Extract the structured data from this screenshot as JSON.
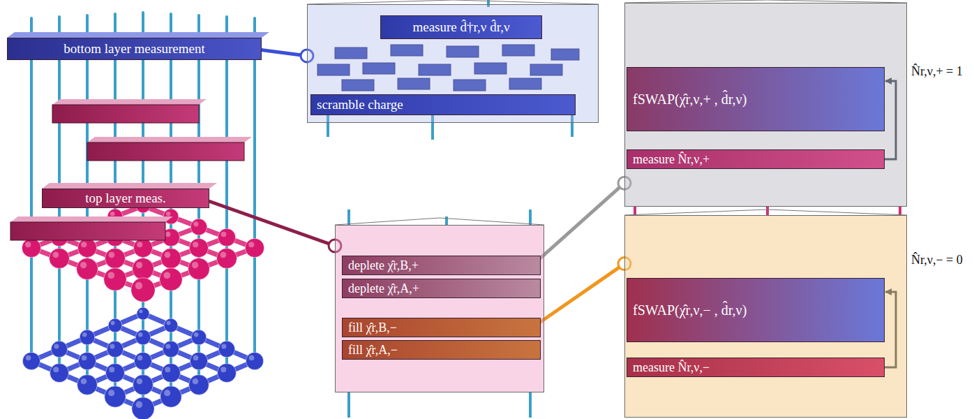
{
  "diagram": {
    "nodes": [
      {
        "text": [
          "bottom layer measurement"
        ]
      },
      {
        "text": [
          "top layer meas."
        ]
      },
      {
        "text": []
      },
      {
        "text": [
          "measure d̂†r,ν d̂r,ν"
        ],
        "in": 2
      },
      {
        "text": [
          "scramble charge"
        ],
        "in": 2
      },
      {
        "text": []
      },
      {
        "text": [
          "deplete χ̂r,B,+"
        ],
        "in": 5
      },
      {
        "text": [
          "deplete χ̂r,A,+"
        ],
        "in": 5
      },
      {
        "text": [
          "fill χ̂r,B,−"
        ],
        "in": 5
      },
      {
        "text": [
          "fill χ̂r,A,−"
        ],
        "in": 5
      },
      {
        "text": []
      },
      {
        "text": [
          "fSWAP(χ̂r,ν,+ , d̂r,ν)"
        ],
        "in": 10
      },
      {
        "text": [
          "measure N̂r,ν,+"
        ],
        "in": 10
      },
      {
        "text": []
      },
      {
        "text": [
          "fSWAP(χ̂r,ν,− , d̂r,ν)"
        ],
        "in": 13
      },
      {
        "text": [
          "measure N̂r,ν,−"
        ],
        "in": 13
      }
    ],
    "edges": [
      {
        "from": 0,
        "to": 2,
        "arrow": "none"
      },
      {
        "from": 1,
        "to": 5,
        "arrow": "none"
      },
      {
        "from": 6,
        "to": 10,
        "arrow": "none"
      },
      {
        "from": 8,
        "to": 13,
        "arrow": "none"
      },
      {
        "from": 12,
        "to": 11,
        "arrow": "to"
      },
      {
        "from": 15,
        "to": 14,
        "arrow": "to"
      }
    ],
    "labels": [
      "N̂r,ν,+ = 1",
      "N̂r,ν,− = 0"
    ]
  }
}
